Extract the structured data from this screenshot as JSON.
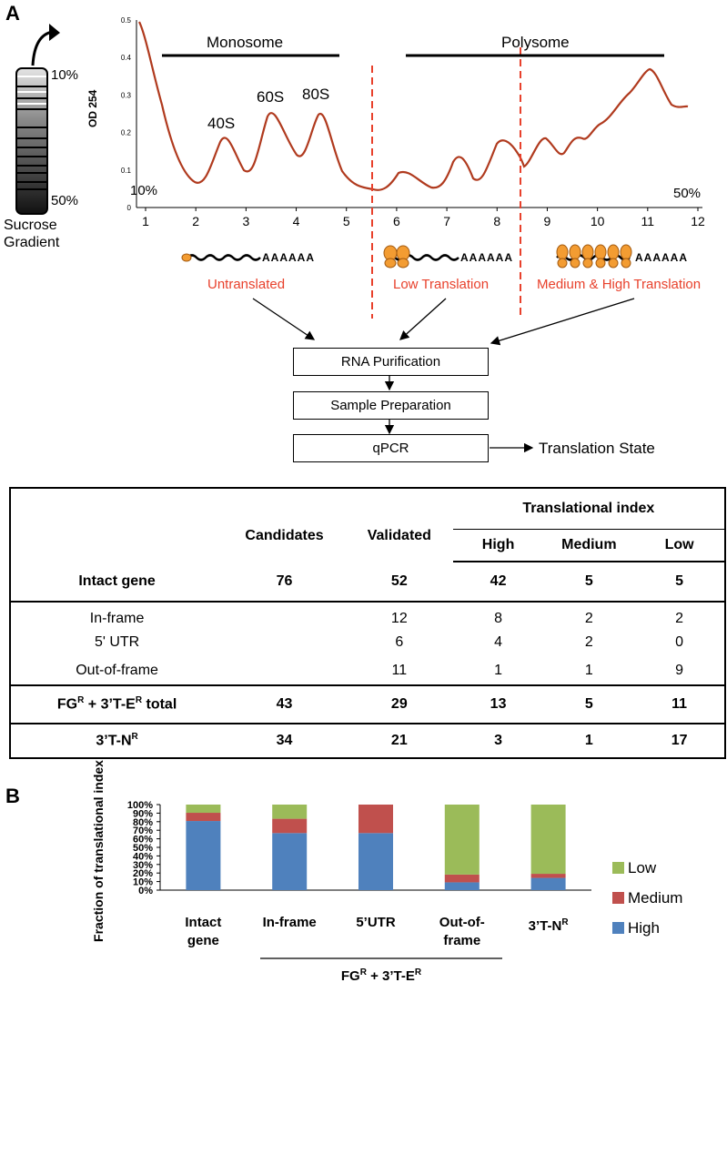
{
  "panel_a": {
    "letter": "A",
    "tube": {
      "top_label": "10%",
      "bottom_label": "50%",
      "caption_line1": "Sucrose",
      "caption_line2": "Gradient"
    },
    "profile": {
      "ylabel": "OD 254",
      "y_ticks": [
        "0",
        "0.1",
        "0.2",
        "0.3",
        "0.4",
        "0.5"
      ],
      "x_ticks": [
        "1",
        "2",
        "3",
        "4",
        "5",
        "6",
        "7",
        "8",
        "9",
        "10",
        "11",
        "12"
      ],
      "left_pct": "10%",
      "right_pct": "50%",
      "monosome": "Monosome",
      "polysome": "Polysome",
      "peaks": [
        "40S",
        "60S",
        "80S"
      ],
      "line_color": "#b03a1e",
      "divider_color": "#e8412c"
    },
    "mrna_tail": "AAAAAA",
    "fractions": [
      "Untranslated",
      "Low Translation",
      "Medium & High Translation"
    ],
    "flow": {
      "step1": "RNA Purification",
      "step2": "Sample Preparation",
      "step3": "qPCR",
      "output": "Translation State"
    }
  },
  "table": {
    "header": {
      "candidates": "Candidates",
      "validated": "Validated",
      "index": "Translational index",
      "high": "High",
      "medium": "Medium",
      "low": "Low"
    },
    "rows": [
      {
        "label": "Intact gene",
        "candidates": "76",
        "validated": "52",
        "high": "42",
        "medium": "5",
        "low": "5"
      },
      {
        "label": "In-frame",
        "candidates": "",
        "validated": "12",
        "high": "8",
        "medium": "2",
        "low": "2"
      },
      {
        "label": "5' UTR",
        "candidates": "",
        "validated": "6",
        "high": "4",
        "medium": "2",
        "low": "0"
      },
      {
        "label": "Out-of-frame",
        "candidates": "",
        "validated": "11",
        "high": "1",
        "medium": "1",
        "low": "9"
      },
      {
        "label_a": "FG",
        "label_sup_a": "R",
        "label_b": " + 3’T-E",
        "label_sup_b": "R",
        "label_c": " total",
        "candidates": "43",
        "validated": "29",
        "high": "13",
        "medium": "5",
        "low": "11"
      },
      {
        "label_a": "3’T-N",
        "label_sup_a": "R",
        "candidates": "34",
        "validated": "21",
        "high": "3",
        "medium": "1",
        "low": "17"
      }
    ]
  },
  "panel_b": {
    "letter": "B"
  },
  "chart_data": {
    "type": "bar",
    "stacked": true,
    "ylabel": "Fraction of translational index",
    "y_ticks": [
      "0%",
      "10%",
      "20%",
      "30%",
      "40%",
      "50%",
      "60%",
      "70%",
      "80%",
      "90%",
      "100%"
    ],
    "ylim": [
      0,
      100
    ],
    "grid": false,
    "legend_position": "right",
    "categories": [
      [
        "Intact",
        "gene"
      ],
      [
        "In-frame"
      ],
      [
        "5’UTR"
      ],
      [
        "Out-of-",
        "frame"
      ],
      [
        "3’T-N"
      ]
    ],
    "last_category_sup": "R",
    "group_label": {
      "a": "FG",
      "sup_a": "R",
      "b": " + 3’T-E",
      "sup_b": "R"
    },
    "series": [
      {
        "name": "High",
        "color": "#4f81bd",
        "values": [
          80.8,
          66.7,
          66.7,
          9.1,
          14.3
        ]
      },
      {
        "name": "Medium",
        "color": "#c0504d",
        "values": [
          9.6,
          16.7,
          33.3,
          9.1,
          4.8
        ]
      },
      {
        "name": "Low",
        "color": "#9bbb59",
        "values": [
          9.6,
          16.6,
          0,
          81.8,
          80.9
        ]
      }
    ],
    "legend_order": [
      "Low",
      "Medium",
      "High"
    ]
  }
}
